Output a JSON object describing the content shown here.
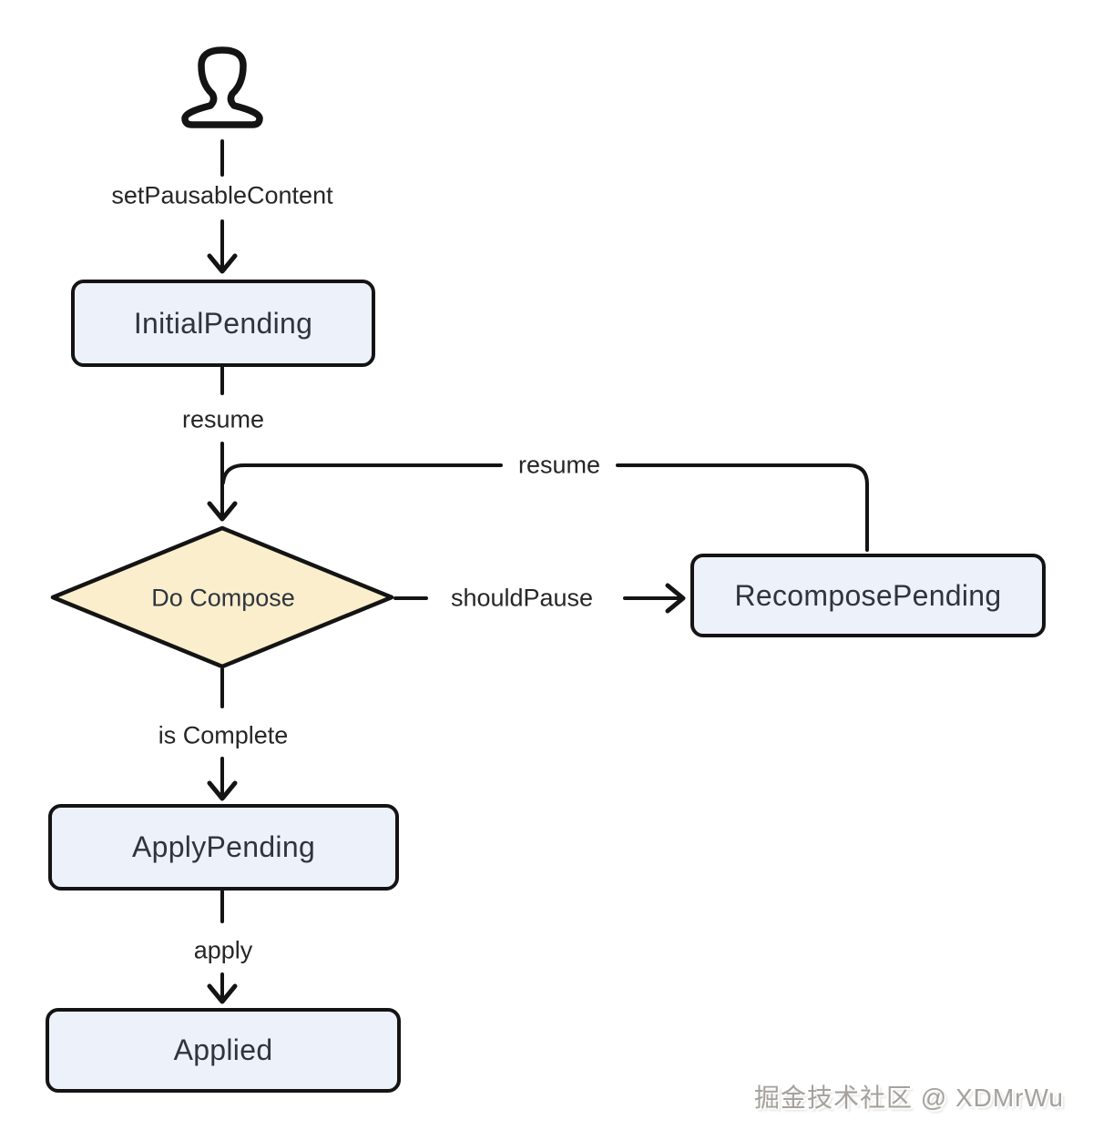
{
  "diagram": {
    "type": "flowchart-state-diagram",
    "colors": {
      "node_fill": "#edf1f9",
      "decision_fill": "#faeecd",
      "stroke": "#141414",
      "node_text": "#2f343d",
      "label_text": "#262626",
      "watermark_text": "#a5a19d"
    },
    "nodes": [
      {
        "id": "actor",
        "type": "person-icon",
        "label": ""
      },
      {
        "id": "initial_pending",
        "type": "rect",
        "label": "InitialPending"
      },
      {
        "id": "do_compose",
        "type": "diamond",
        "label": "Do Compose"
      },
      {
        "id": "recompose_pending",
        "type": "rect",
        "label": "RecomposePending"
      },
      {
        "id": "apply_pending",
        "type": "rect",
        "label": "ApplyPending"
      },
      {
        "id": "applied",
        "type": "rect",
        "label": "Applied"
      }
    ],
    "edges": [
      {
        "from": "actor",
        "to": "initial_pending",
        "label": "setPausableContent"
      },
      {
        "from": "initial_pending",
        "to": "do_compose",
        "label": "resume"
      },
      {
        "from": "do_compose",
        "to": "recompose_pending",
        "label": "shouldPause"
      },
      {
        "from": "recompose_pending",
        "to": "do_compose",
        "label": "resume"
      },
      {
        "from": "do_compose",
        "to": "apply_pending",
        "label": "is Complete"
      },
      {
        "from": "apply_pending",
        "to": "applied",
        "label": "apply"
      }
    ]
  },
  "watermark": {
    "text": "掘金技术社区 @ XDMrWu"
  }
}
